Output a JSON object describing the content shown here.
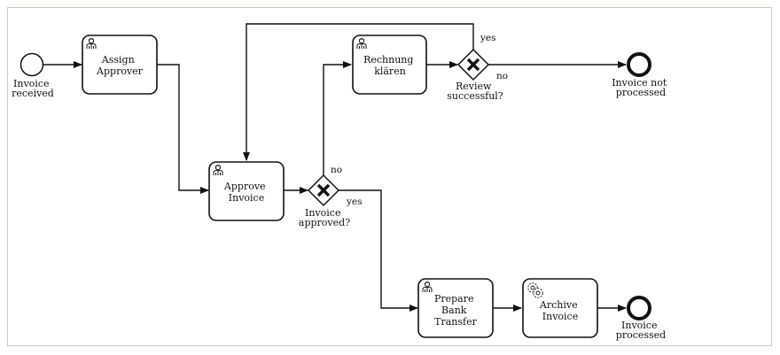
{
  "events": {
    "start": {
      "label_lines": [
        "Invoice",
        "received"
      ]
    },
    "end_not_processed": {
      "label_lines": [
        "Invoice not",
        "processed"
      ]
    },
    "end_processed": {
      "label_lines": [
        "Invoice",
        "processed"
      ]
    }
  },
  "tasks": {
    "assign_approver": {
      "label_lines": [
        "Assign",
        "Approver"
      ],
      "icon": "user-icon"
    },
    "approve_invoice": {
      "label_lines": [
        "Approve",
        "Invoice"
      ],
      "icon": "user-icon"
    },
    "rechnung_klaeren": {
      "label_lines": [
        "Rechnung",
        "klären"
      ],
      "icon": "user-icon"
    },
    "prepare_bank_transfer": {
      "label_lines": [
        "Prepare",
        "Bank",
        "Transfer"
      ],
      "icon": "user-icon"
    },
    "archive_invoice": {
      "label_lines": [
        "Archive",
        "Invoice"
      ],
      "icon": "gear-icon"
    }
  },
  "gateways": {
    "invoice_approved": {
      "label_lines": [
        "Invoice",
        "approved?"
      ],
      "icon": "x-icon"
    },
    "review_successful": {
      "label_lines": [
        "Review",
        "successful?"
      ],
      "icon": "x-icon"
    }
  },
  "flow_labels": {
    "approved_no": "no",
    "approved_yes": "yes",
    "review_yes": "yes",
    "review_no": "no"
  },
  "colors": {
    "stroke": "#111111",
    "background": "#ffffff",
    "frame": "#c8c8bc"
  }
}
